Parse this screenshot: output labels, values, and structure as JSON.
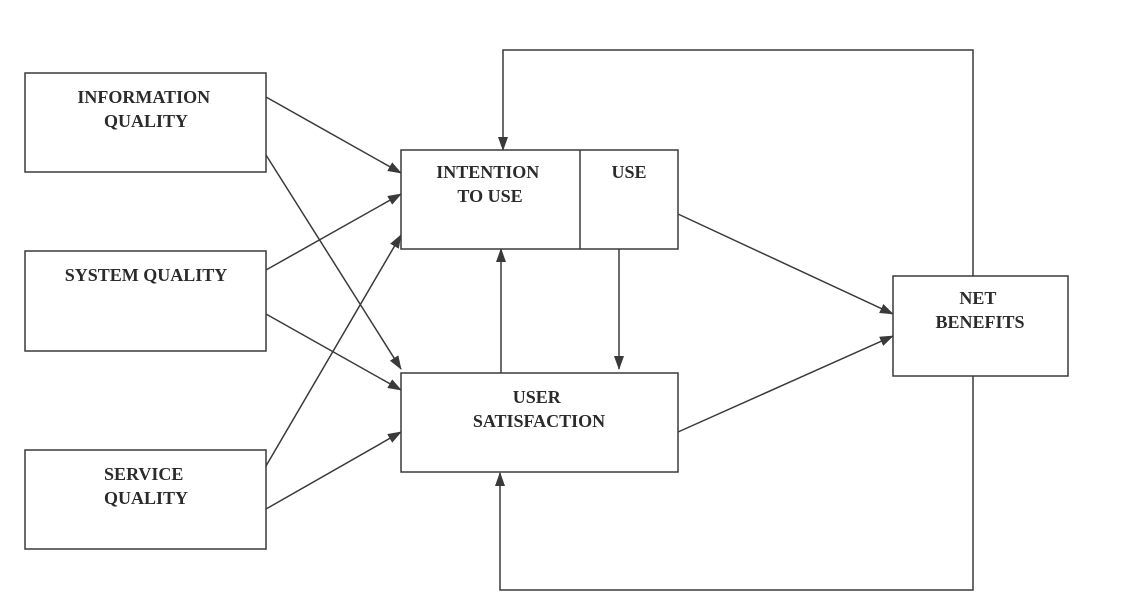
{
  "diagram": {
    "colors": {
      "stroke": "#3a3a3a",
      "text": "#2b2b2b",
      "background": "#ffffff"
    },
    "nodes": {
      "information_quality": {
        "lines": [
          "INFORMATION",
          "QUALITY"
        ]
      },
      "system_quality": {
        "lines": [
          "SYSTEM QUALITY"
        ]
      },
      "service_quality": {
        "lines": [
          "SERVICE",
          "QUALITY"
        ]
      },
      "intention_to_use": {
        "lines": [
          "INTENTION",
          "TO USE"
        ]
      },
      "use": {
        "lines": [
          "USE"
        ]
      },
      "user_satisfaction": {
        "lines": [
          "USER",
          "SATISFACTION"
        ]
      },
      "net_benefits": {
        "lines": [
          "NET",
          "BENEFITS"
        ]
      }
    },
    "edges": [
      {
        "from": "information_quality",
        "to": "intention_to_use"
      },
      {
        "from": "information_quality",
        "to": "user_satisfaction"
      },
      {
        "from": "system_quality",
        "to": "intention_to_use"
      },
      {
        "from": "system_quality",
        "to": "user_satisfaction"
      },
      {
        "from": "service_quality",
        "to": "intention_to_use"
      },
      {
        "from": "service_quality",
        "to": "user_satisfaction"
      },
      {
        "from": "user_satisfaction",
        "to": "intention_to_use"
      },
      {
        "from": "use",
        "to": "user_satisfaction"
      },
      {
        "from": "use",
        "to": "net_benefits"
      },
      {
        "from": "user_satisfaction",
        "to": "net_benefits"
      },
      {
        "from": "net_benefits",
        "to": "intention_to_use"
      },
      {
        "from": "net_benefits",
        "to": "user_satisfaction"
      }
    ]
  }
}
